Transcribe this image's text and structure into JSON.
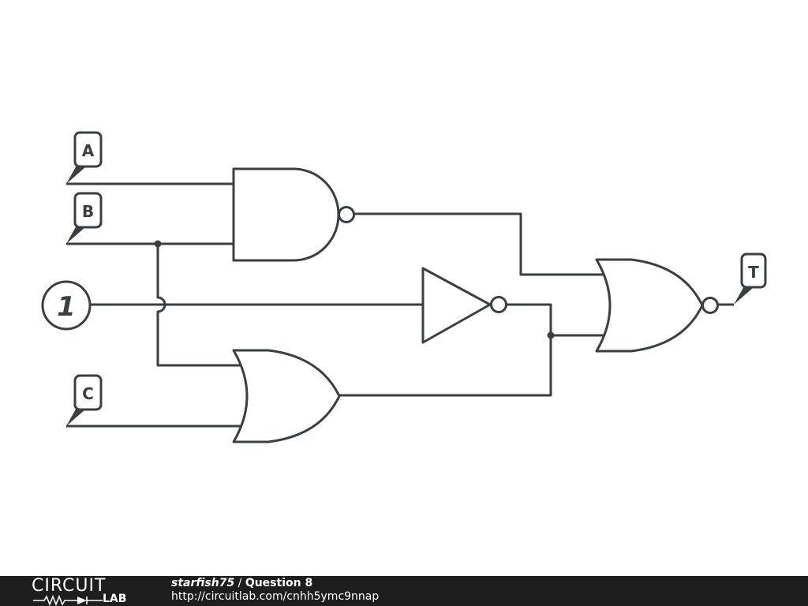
{
  "diagram": {
    "inputs": {
      "a": "A",
      "b": "B",
      "c": "C",
      "constant": "1"
    },
    "output": {
      "t": "T"
    }
  },
  "footer": {
    "logo_top": "CIRCUIT",
    "logo_bottom": "LAB",
    "author": "starfish75",
    "separator": " / ",
    "title": "Question 8",
    "url": "http://circuitlab.com/cnhh5ymc9nnap"
  },
  "colors": {
    "line": "#3a3f44",
    "footer_bg": "#1e1e1e"
  }
}
